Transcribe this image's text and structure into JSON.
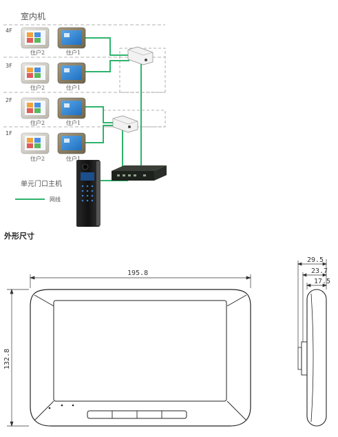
{
  "topology": {
    "indoor_title": "室内机",
    "floors": [
      "4F",
      "3F",
      "2F",
      "1F"
    ],
    "unit_left": "住户2",
    "unit_right": "住户1",
    "outdoor_label": "单元门口主机",
    "legend_label": "网线",
    "colors": {
      "cable": "#2db36b",
      "dash": "#999999",
      "gold": "#8a7a5c"
    }
  },
  "dimensions": {
    "section_title": "外形尺寸",
    "width": "195.8",
    "height": "132.8",
    "depth_total": "29.5",
    "depth_mid": "23.7",
    "depth_inner": "17.5"
  }
}
